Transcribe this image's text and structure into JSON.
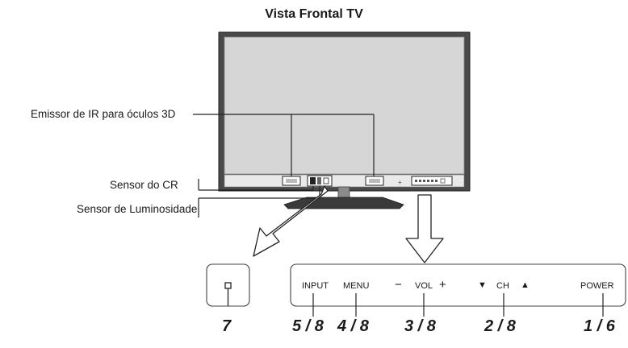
{
  "title": "Vista Frontal TV",
  "callouts": {
    "ir_emitter": "Emissor de IR para óculos 3D",
    "remote_sensor": "Sensor do CR",
    "light_sensor": "Sensor de Luminosidade"
  },
  "buttons": {
    "input": "INPUT",
    "menu": "MENU",
    "vol_minus": "−",
    "vol": "VOL",
    "vol_plus": "+",
    "ch_down": "▼",
    "ch": "CH",
    "ch_up": "▲",
    "power": "POWER"
  },
  "numbers": {
    "sensor": "7",
    "input": "5 / 8",
    "menu": "4 / 8",
    "vol": "3 / 8",
    "ch": "2 / 8",
    "power": "1 / 6"
  }
}
